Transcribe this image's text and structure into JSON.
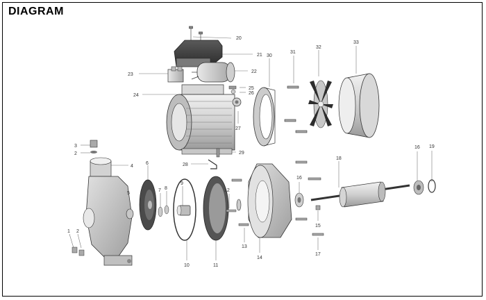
{
  "title": "DIAGRAM",
  "parts": [
    "1",
    "2",
    "3",
    "4",
    "5",
    "6",
    "7",
    "8",
    "9",
    "10",
    "11",
    "12",
    "13",
    "14",
    "15",
    "16",
    "16",
    "17",
    "18",
    "19",
    "20",
    "21",
    "22",
    "23",
    "24",
    "25",
    "26",
    "27",
    "28",
    "29",
    "30",
    "31",
    "32",
    "33"
  ]
}
